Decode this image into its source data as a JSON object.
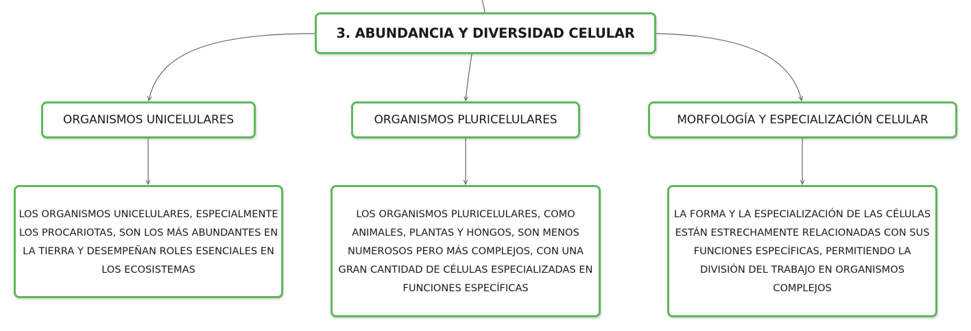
{
  "diagram": {
    "root": {
      "label": "3. ABUNDANCIA Y DIVERSIDAD CELULAR"
    },
    "branches": [
      {
        "title": "ORGANISMOS UNICELULARES",
        "description": "LOS ORGANISMOS UNICELULARES, ESPECIALMENTE LOS PROCARIOTAS, SON LOS MÁS ABUNDANTES EN LA TIERRA Y DESEMPEÑAN ROLES ESENCIALES EN LOS ECOSISTEMAS"
      },
      {
        "title": "ORGANISMOS PLURICELULARES",
        "description": "LOS ORGANISMOS PLURICELULARES, COMO ANIMALES, PLANTAS Y HONGOS, SON MENOS NUMEROSOS PERO MÁS COMPLEJOS, CON UNA GRAN CANTIDAD DE CÉLULAS ESPECIALIZADAS EN FUNCIONES ESPECÍFICAS"
      },
      {
        "title": "MORFOLOGÍA Y ESPECIALIZACIÓN CELULAR",
        "description": "LA FORMA Y LA ESPECIALIZACIÓN DE LAS CÉLULAS ESTÁN ESTRECHAMENTE RELACIONADAS CON SUS FUNCIONES ESPECÍFICAS, PERMITIENDO LA DIVISIÓN DEL TRABAJO EN ORGANISMOS COMPLEJOS"
      }
    ],
    "colors": {
      "node_border": "#5cb85c",
      "connector": "#666666",
      "text": "#1a1a1a",
      "background": "#ffffff"
    }
  }
}
